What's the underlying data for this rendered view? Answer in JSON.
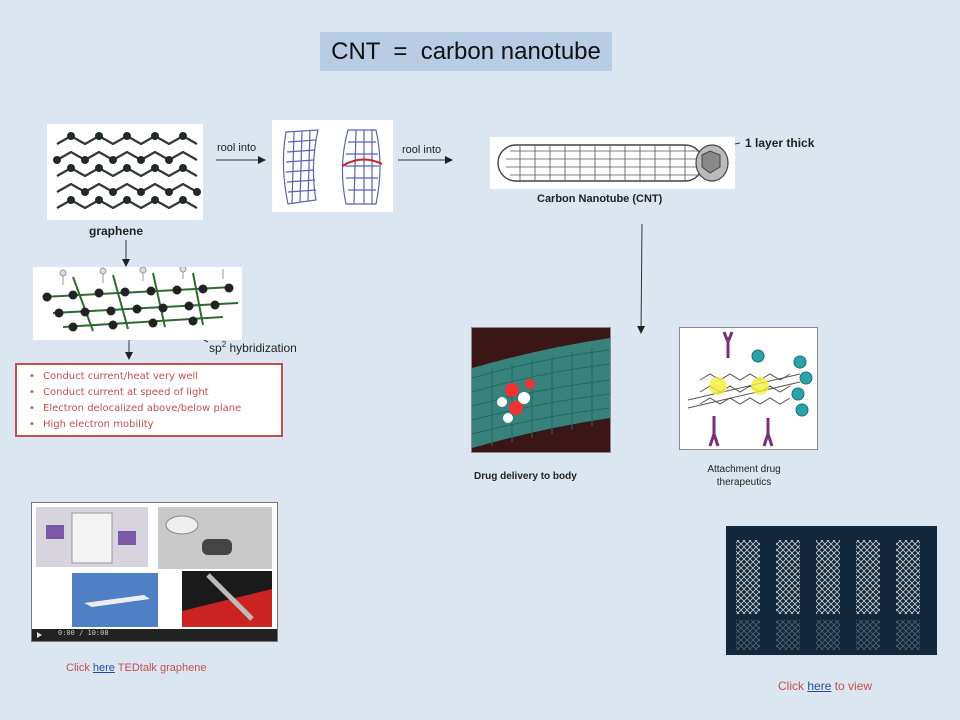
{
  "title": "CNT  =  carbon nanotube",
  "flow": {
    "rool_into_1": "rool into",
    "rool_into_2": "rool into",
    "graphene_label": "graphene",
    "cnt_label": "Carbon Nanotube (CNT)",
    "layer_label": "1 layer thick",
    "sp2_prefix": "sp",
    "sp2_sup": "2",
    "sp2_suffix": " hybridization"
  },
  "properties": [
    "Conduct current/heat very well",
    "Conduct current at speed of light",
    "Electron delocalized above/below plane",
    "High electron mobility"
  ],
  "applications": {
    "drug_delivery": "Drug delivery to body",
    "attachment_line1": "Attachment drug",
    "attachment_line2": "therapeutics"
  },
  "links": {
    "ted_prefix": "Click ",
    "ted_link": "here",
    "ted_suffix": " TEDtalk graphene",
    "view_prefix": "Click ",
    "view_link": "here",
    "view_suffix": " to view"
  },
  "video": {
    "time": "0:00 / 10:08"
  },
  "colors": {
    "background": "#dce6f1",
    "title_box": "#b8cce4",
    "accent_red": "#c0504d",
    "link_blue": "#1f4e9c"
  }
}
